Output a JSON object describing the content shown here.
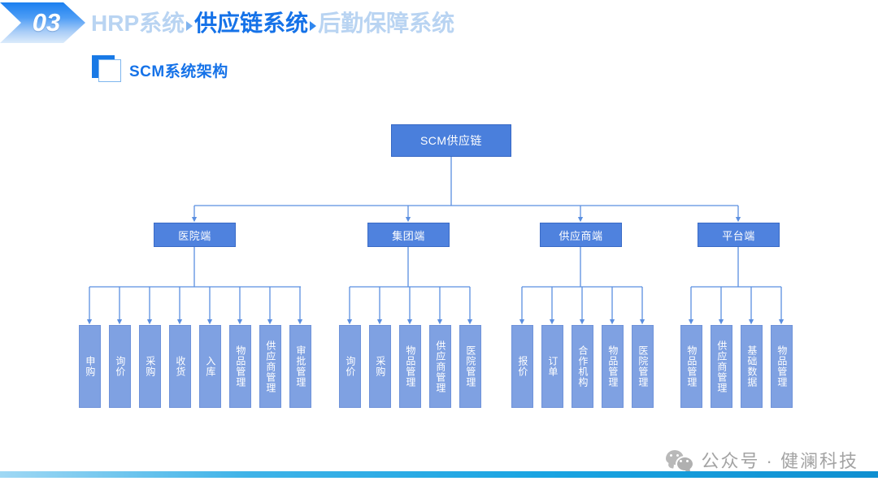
{
  "header": {
    "badge": "03",
    "breadcrumbs": [
      {
        "label": "HRP系统",
        "active": false
      },
      {
        "label": "供应链系统",
        "active": true
      },
      {
        "label": "后勤保障系统",
        "active": false
      }
    ]
  },
  "section": {
    "icon": "layered-square-icon",
    "title": "SCM系统架构"
  },
  "chart_data": {
    "type": "diagram",
    "title": "SCM系统架构",
    "root": "SCM供应链",
    "branches": [
      {
        "label": "医院端",
        "children": [
          "申购",
          "询价",
          "采购",
          "收货",
          "入库",
          "物品管理",
          "供应商管理",
          "审批管理"
        ]
      },
      {
        "label": "集团端",
        "children": [
          "询价",
          "采购",
          "物品管理",
          "供应商管理",
          "医院管理"
        ]
      },
      {
        "label": "供应商端",
        "children": [
          "报价",
          "订单",
          "合作机构",
          "物品管理",
          "医院管理"
        ]
      },
      {
        "label": "平台端",
        "children": [
          "物品管理",
          "供应商管理",
          "基础数据",
          "物品管理"
        ]
      }
    ]
  },
  "colors": {
    "root_fill": "#4a7fdc",
    "level2_fill": "#4f82de",
    "leaf_fill": "#7fa1e2",
    "connector": "#5b8fe0",
    "accent": "#1572e8",
    "breadcrumb_dim": "#b9d4f2"
  },
  "footer": {
    "icon": "wechat-icon",
    "text": "公众号 · 健澜科技"
  }
}
